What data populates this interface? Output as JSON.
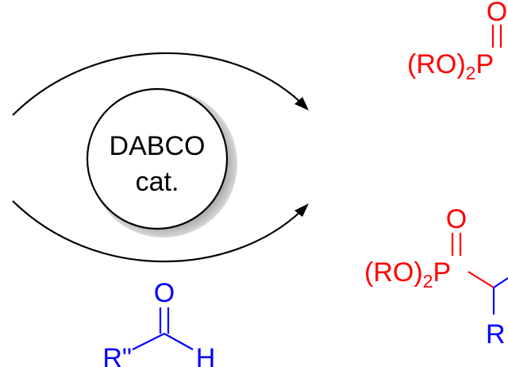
{
  "catalyst": {
    "line1": "DABCO",
    "line2": "cat."
  },
  "aldehyde": {
    "oxygen": "O",
    "r_group": "R\"",
    "hydrogen": "H"
  },
  "phosphite_reagent": {
    "oxygen": "O",
    "prefix": "(RO)",
    "subscript": "2",
    "phosphorus": "P"
  },
  "product": {
    "oxygen": "O",
    "prefix": "(RO)",
    "subscript": "2",
    "phosphorus": "P",
    "r_group": "R"
  },
  "colors": {
    "catalyst": "#000000",
    "phosphorus_fragment": "#ff0000",
    "aldehyde_fragment": "#0000ff",
    "circle_shadow": "#b5b5b5"
  }
}
